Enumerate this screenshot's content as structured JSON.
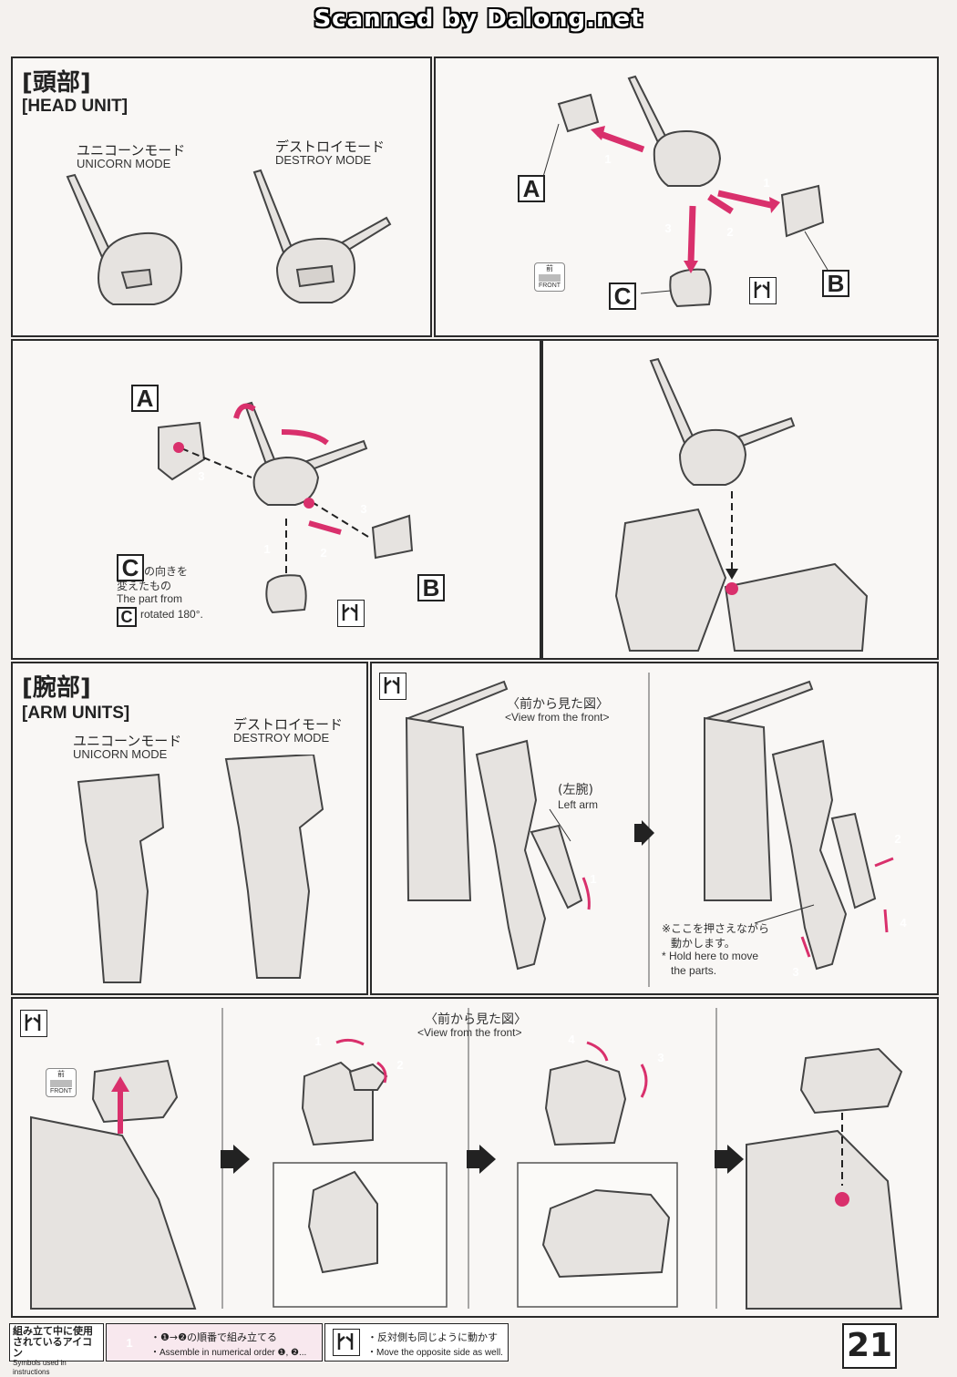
{
  "header": {
    "scan_credit": "Scanned by Dalong.net"
  },
  "head_unit": {
    "title_jp": "[頭部]",
    "title_en": "[HEAD UNIT]",
    "unicorn_jp": "ユニコーンモード",
    "unicorn_en": "UNICORN MODE",
    "destroy_jp": "デストロイモード",
    "destroy_en": "DESTROY MODE"
  },
  "head_steps": {
    "part_labels": [
      "A",
      "B",
      "C"
    ],
    "front_jp": "前",
    "front_en": "FRONT"
  },
  "head_assembly": {
    "note_jp_1": "の向きを",
    "note_jp_2": "変えたもの",
    "note_en_1": "The part from",
    "note_en_2": "rotated 180°."
  },
  "arm_units": {
    "title_jp": "[腕部]",
    "title_en": "[ARM UNITS]",
    "unicorn_jp": "ユニコーンモード",
    "unicorn_en": "UNICORN MODE",
    "destroy_jp": "デストロイモード",
    "destroy_en": "DESTROY MODE"
  },
  "arm_steps": {
    "view_jp": "〈前から見た図〉",
    "view_en": "<View from the front>",
    "left_arm_jp": "(左腕)",
    "left_arm_en": "Left arm",
    "hold_jp_1": "※ここを押さえながら",
    "hold_jp_2": "動かします。",
    "hold_en_1": "* Hold here to move",
    "hold_en_2": "the parts."
  },
  "shoulder_steps": {
    "view_jp": "〈前から見た図〉",
    "view_en": "<View from the front>"
  },
  "footer": {
    "legend_title_jp_1": "組み立て中に使用",
    "legend_title_jp_2": "されているアイコン",
    "legend_title_en": "Symbols used in instructions",
    "order_jp": "・❶→❷の順番で組み立てる",
    "order_en": "・Assemble in numerical order ❶, ❷...",
    "opposite_jp": "・反対側も同じように動かす",
    "opposite_en": "・Move the opposite side as well.",
    "page_number": "21"
  },
  "colors": {
    "accent": "#d9306c",
    "panel_border": "#2a2a2a"
  }
}
